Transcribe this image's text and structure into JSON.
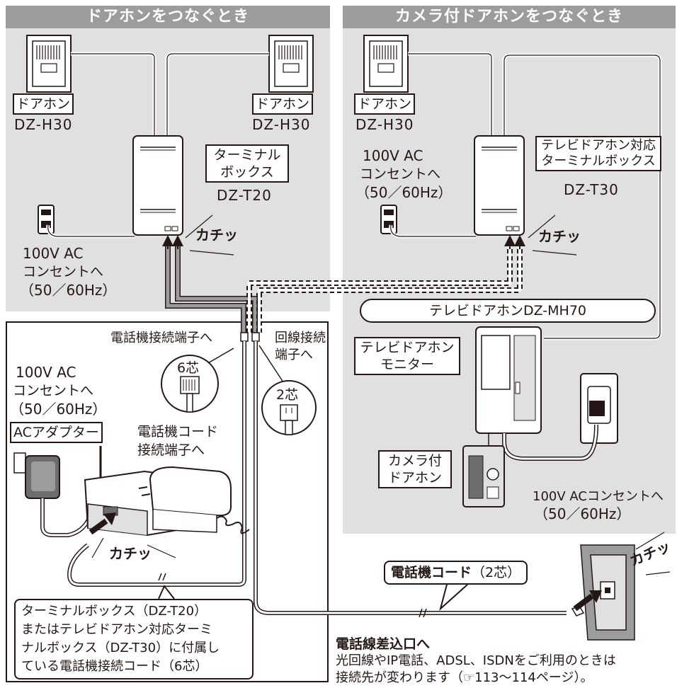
{
  "left_panel": {
    "title": "ドアホンをつなぐとき",
    "doorphone_left": {
      "label": "ドアホン",
      "model": "DZ-H30"
    },
    "doorphone_right": {
      "label": "ドアホン",
      "model": "DZ-H30"
    },
    "terminal_box": {
      "label_line1": "ターミナル",
      "label_line2": "ボックス",
      "model": "DZ-T20"
    },
    "outlet": {
      "line1": "100V AC",
      "line2": "コンセントへ",
      "line3": "（50／60Hz）"
    },
    "click": "カチッ"
  },
  "right_panel": {
    "title": "カメラ付ドアホンをつなぐとき",
    "doorphone": {
      "label": "ドアホン",
      "model": "DZ-H30"
    },
    "outlet": {
      "line1": "100V AC",
      "line2": "コンセントへ",
      "line3": "（50／60Hz）"
    },
    "terminal_box": {
      "label_line1": "テレビドアホン対応",
      "label_line2": "ターミナルボックス",
      "model": "DZ-T30"
    },
    "click": "カチッ",
    "tv_doorphone_pill": "テレビドアホンDZ-MH70",
    "monitor": {
      "label_line1": "テレビドアホン",
      "label_line2": "モニター"
    },
    "camera_doorphone": {
      "label_line1": "カメラ付",
      "label_line2": "ドアホン"
    },
    "monitor_outlet": {
      "line1": "100V ACコンセントへ",
      "line2": "（50／60Hz）"
    }
  },
  "phone_section": {
    "phone_terminal": "電話機接続端子へ",
    "line_terminal_line1": "回線接続",
    "line_terminal_line2": "端子へ",
    "six_core": "6芯",
    "two_core": "2芯",
    "outlet": {
      "line1": "100V AC",
      "line2": "コンセントへ",
      "line3": "（50／60Hz）"
    },
    "ac_adapter": "ACアダプター",
    "phone_cord_terminal_line1": "電話機コード",
    "phone_cord_terminal_line2": "接続端子へ",
    "click": "カチッ",
    "note_line1": "ターミナルボックス（DZ-T20）",
    "note_line2": "またはテレビドアホン対応ターミ",
    "note_line3": "ナルボックス（DZ-T30）に付属し",
    "note_line4": "ている電話機接続コード（6芯）"
  },
  "phone_cord": {
    "label_bold": "電話機コード",
    "label_rest": "（2芯）"
  },
  "wall_jack": {
    "click": "カチッ",
    "title": "電話線差込口へ",
    "note_line1": "光回線やIP電話、ADSL、ISDNをご利用のときは",
    "note_line2": "接続先が変わります（☞113〜114ページ）。"
  }
}
